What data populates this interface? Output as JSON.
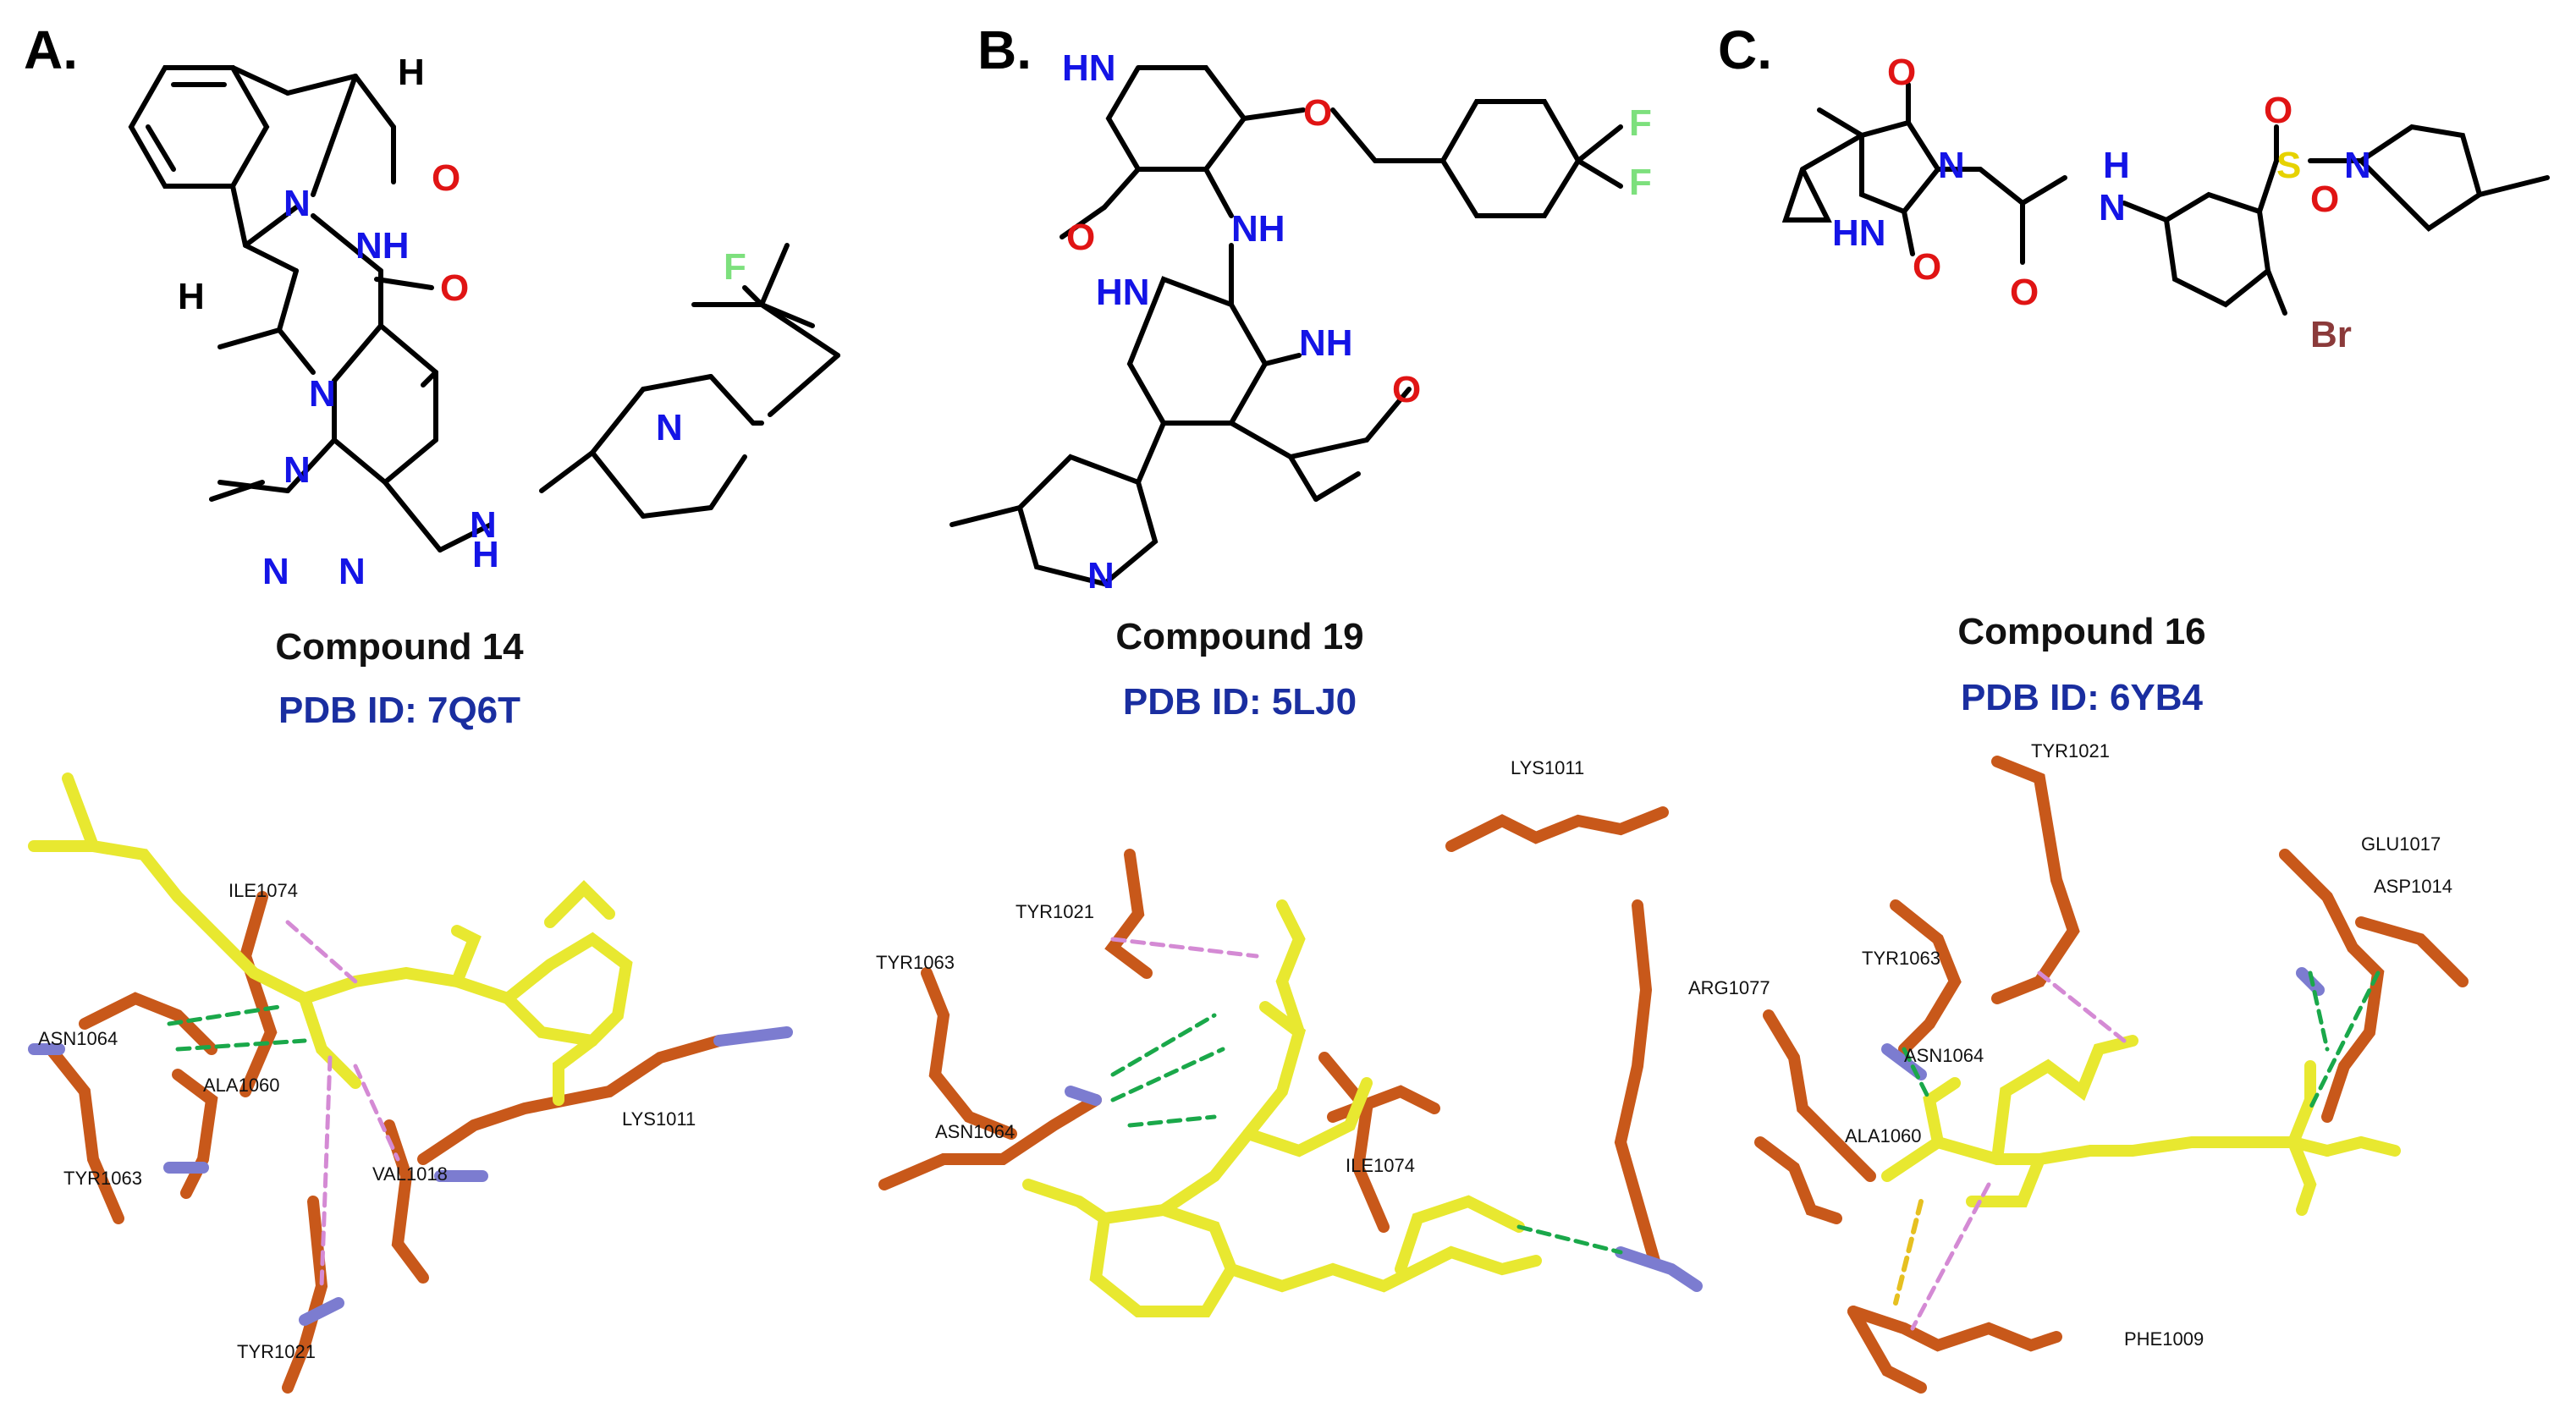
{
  "colors": {
    "nitrogen": "#1414e6",
    "oxygen": "#e01414",
    "fluorine": "#7de07d",
    "sulfur": "#e6d200",
    "bromine": "#8b3a3a",
    "ligand_stick": "#e8e830",
    "protein_stick": "#c8581a",
    "pdb_text": "#1a2ea0",
    "hbond": "#1aa84a",
    "pi_contact": "#d48ad4"
  },
  "panels": [
    {
      "letter": "A.",
      "compound": "Compound 14",
      "pdb": "PDB ID: 7Q6T",
      "atoms": [
        "H",
        "O",
        "N",
        "NH",
        "H",
        "O",
        "N",
        "N",
        "N",
        "N",
        "N",
        "N",
        "H",
        "F"
      ],
      "residues": [
        "ILE1074",
        "ASN1064",
        "ALA1060",
        "LYS1011",
        "TYR1063",
        "VAL1018",
        "TYR1021"
      ]
    },
    {
      "letter": "B.",
      "compound": "Compound 19",
      "pdb": "PDB ID: 5LJ0",
      "atoms": [
        "HN",
        "O",
        "F",
        "F",
        "O",
        "NH",
        "HN",
        "NH",
        "O",
        "N"
      ],
      "residues": [
        "LYS1011",
        "TYR1021",
        "TYR1063",
        "ARG1077",
        "ASN1064",
        "ILE1074"
      ]
    },
    {
      "letter": "C.",
      "compound": "Compound 16",
      "pdb": "PDB ID: 6YB4",
      "atoms": [
        "O",
        "N",
        "H",
        "N",
        "O",
        "S",
        "N",
        "O",
        "HN",
        "O",
        "O",
        "Br"
      ],
      "residues": [
        "TYR1021",
        "GLU1017",
        "ASP1014",
        "TYR1063",
        "ASN1064",
        "ALA1060",
        "PHE1009"
      ]
    }
  ]
}
